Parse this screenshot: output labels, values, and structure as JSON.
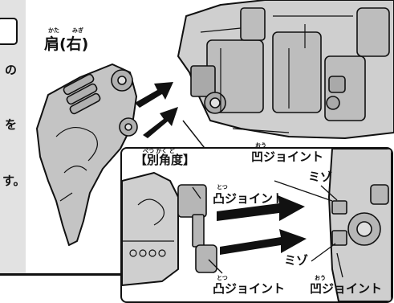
{
  "labels": {
    "shoulder": "肩(右)",
    "shoulder_ruby_kata": "かた",
    "shoulder_ruby_migi": "みぎ",
    "side_no": "の",
    "side_wo": "を",
    "side_su": "す。",
    "alt_angle": "【別角度】",
    "alt_angle_ruby": "べつ かく ど",
    "concave_top": "凹ジョイント",
    "concave_top_ruby": "おう",
    "groove_top": "ミゾ",
    "convex_top": "凸ジョイント",
    "convex_top_ruby": "とつ",
    "groove_bottom": "ミゾ",
    "convex_bottom": "凸ジョイント",
    "convex_bottom_ruby": "とつ",
    "concave_bottom": "凹ジョイント",
    "concave_bottom_ruby": "おう"
  }
}
